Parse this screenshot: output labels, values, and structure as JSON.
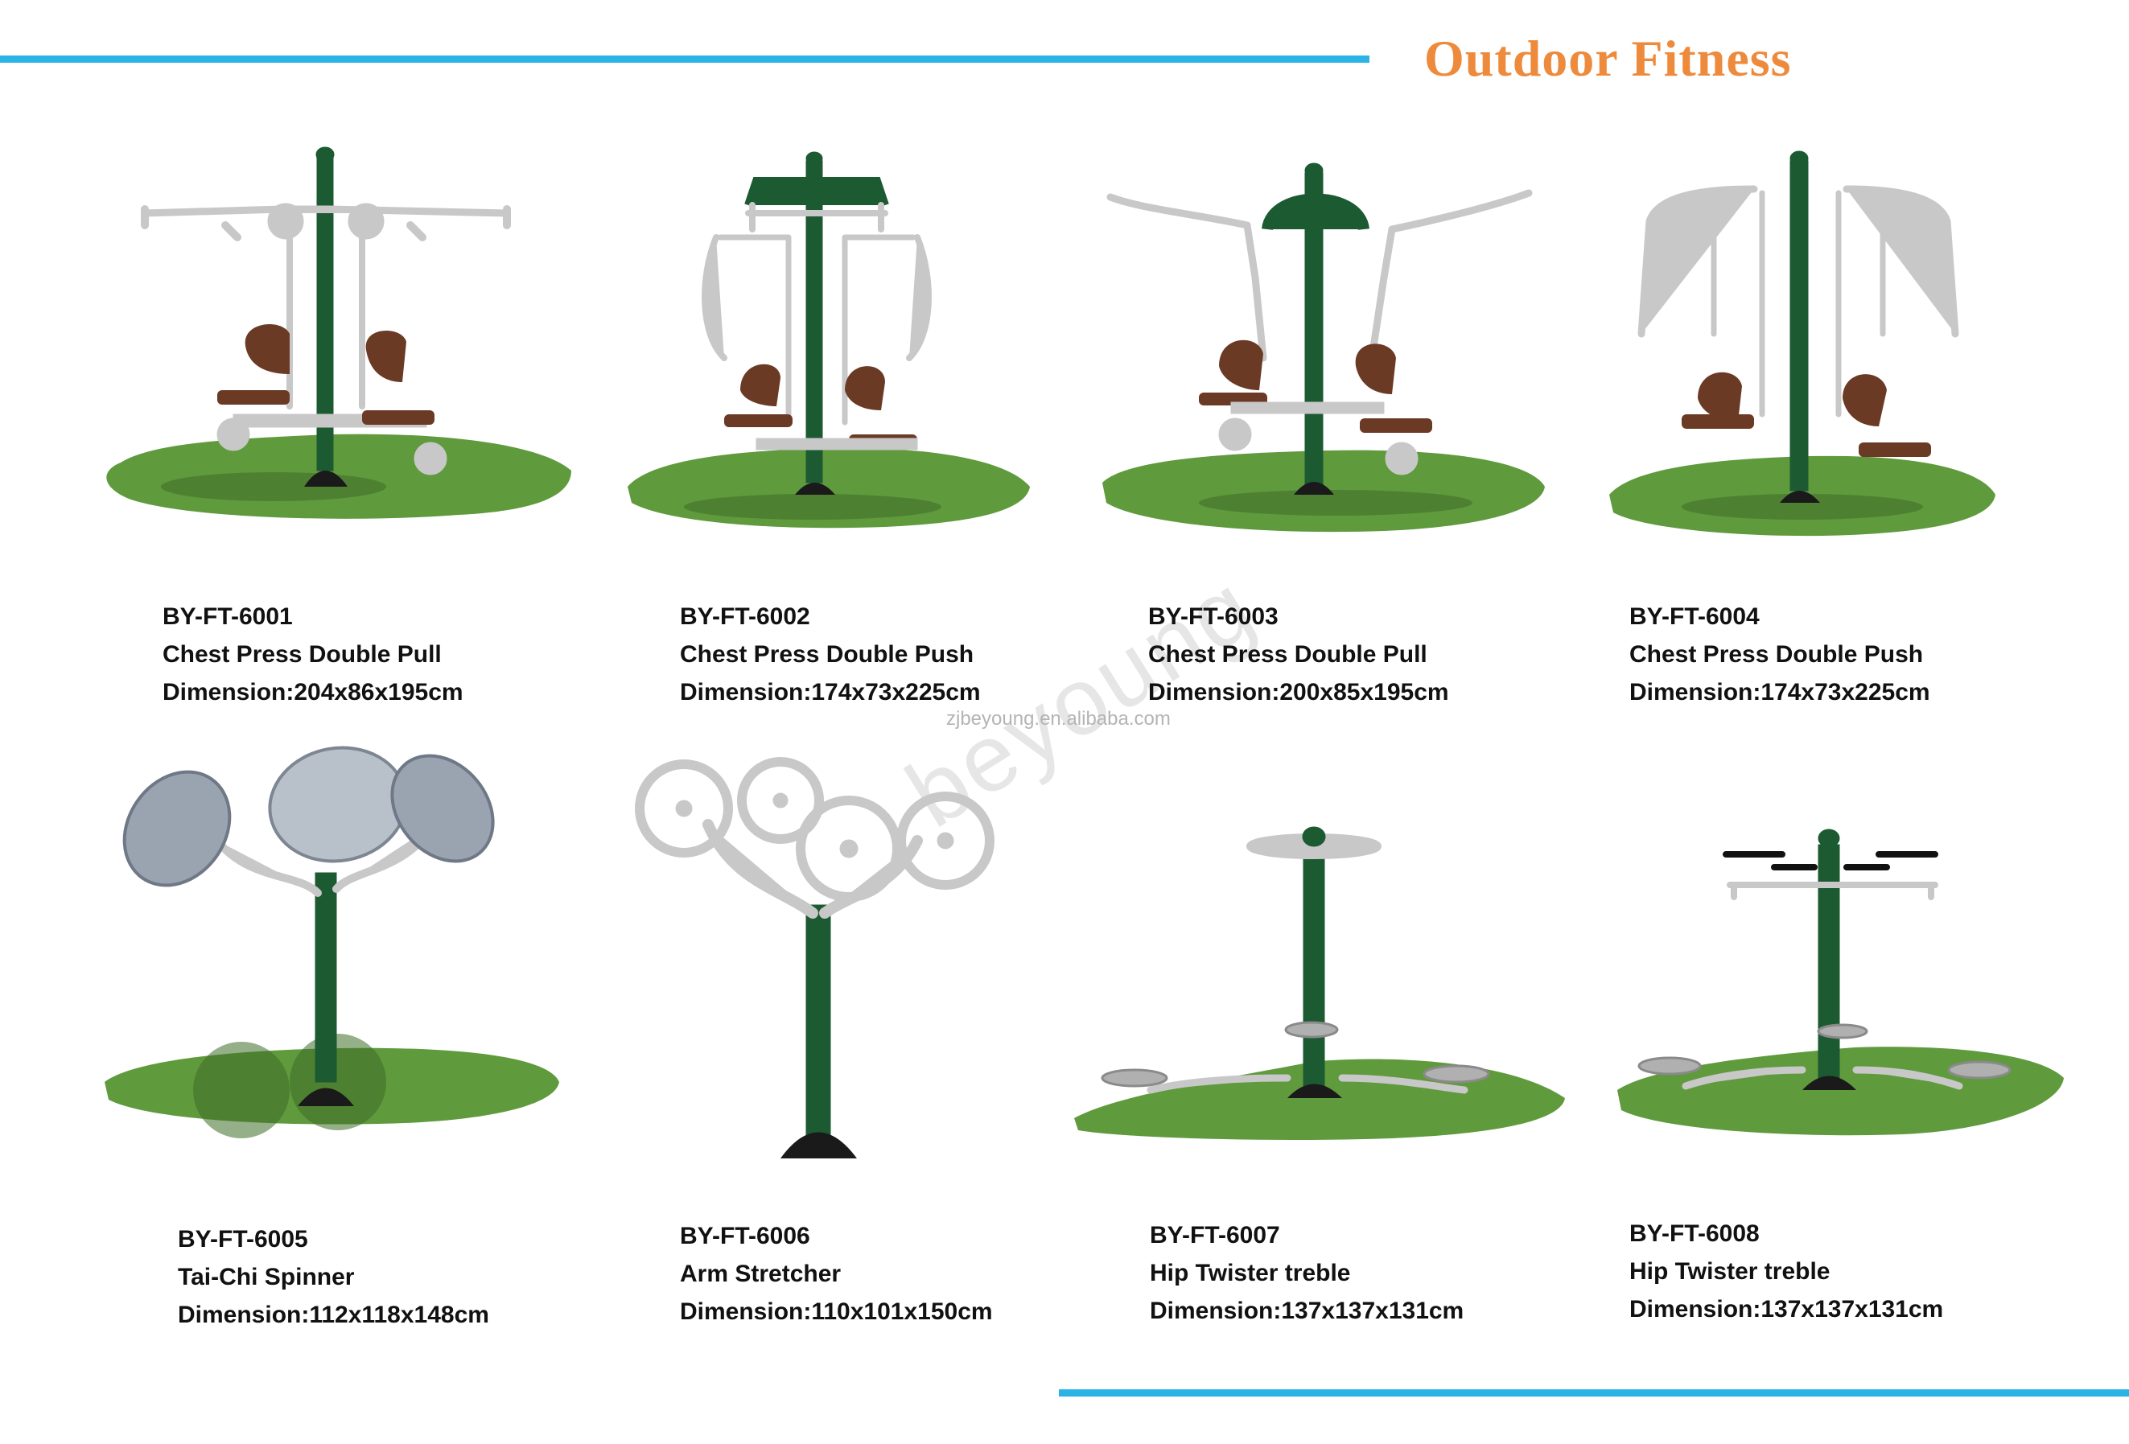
{
  "header": {
    "title": "Outdoor Fitness"
  },
  "colors": {
    "accent_line": "#2bb3e6",
    "title": "#ee8a3c",
    "frame_green": "#1c5a32",
    "handle_gray": "#c8c8c8",
    "seat_brown": "#6a3a25",
    "turf_green": "#5f9a3c"
  },
  "watermark": {
    "url": "zjbeyoung.en.alibaba.com",
    "brand": "beyoung"
  },
  "products": [
    {
      "code": "BY-FT-6001",
      "name": "Chest Press Double Pull",
      "dimension": "Dimension:204x86x195cm"
    },
    {
      "code": "BY-FT-6002",
      "name": "Chest Press Double Push",
      "dimension": "Dimension:174x73x225cm"
    },
    {
      "code": "BY-FT-6003",
      "name": "Chest Press Double Pull",
      "dimension": "Dimension:200x85x195cm"
    },
    {
      "code": "BY-FT-6004",
      "name": "Chest Press Double Push",
      "dimension": "Dimension:174x73x225cm"
    },
    {
      "code": "BY-FT-6005",
      "name": "Tai-Chi Spinner",
      "dimension": "Dimension:112x118x148cm"
    },
    {
      "code": "BY-FT-6006",
      "name": "Arm Stretcher",
      "dimension": "Dimension:110x101x150cm"
    },
    {
      "code": "BY-FT-6007",
      "name": "Hip Twister treble",
      "dimension": "Dimension:137x137x131cm"
    },
    {
      "code": "BY-FT-6008",
      "name": "Hip Twister treble",
      "dimension": "Dimension:137x137x131cm"
    }
  ]
}
